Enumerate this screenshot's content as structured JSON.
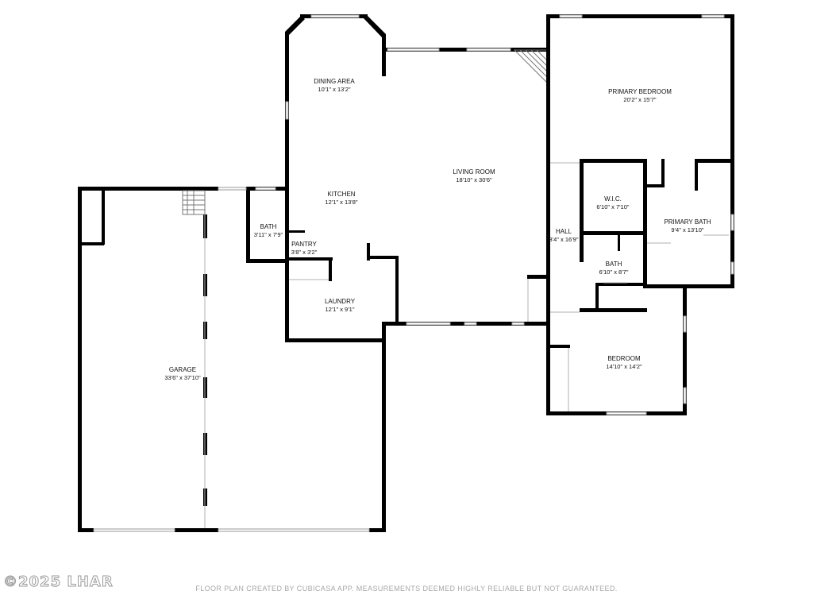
{
  "rooms": {
    "dining": {
      "name": "DINING AREA",
      "dims": "10'1\" x 13'2\""
    },
    "kitchen": {
      "name": "KITCHEN",
      "dims": "12'1\" x 13'8\""
    },
    "living": {
      "name": "LIVING ROOM",
      "dims": "18'10\" x 30'6\""
    },
    "primary_bedroom": {
      "name": "PRIMARY BEDROOM",
      "dims": "20'2\" x 15'7\""
    },
    "wic": {
      "name": "W.I.C.",
      "dims": "6'10\" x 7'10\""
    },
    "primary_bath": {
      "name": "PRIMARY BATH",
      "dims": "9'4\" x 13'10\""
    },
    "hall": {
      "name": "HALL",
      "dims": "3'4\" x 16'9\""
    },
    "bath2": {
      "name": "BATH",
      "dims": "6'10\" x 8'7\""
    },
    "bath1": {
      "name": "BATH",
      "dims": "3'11\" x 7'9\""
    },
    "pantry": {
      "name": "PANTRY",
      "dims": "3'8\" x 3'2\""
    },
    "laundry": {
      "name": "LAUNDRY",
      "dims": "12'1\" x 9'1\""
    },
    "bedroom": {
      "name": "BEDROOM",
      "dims": "14'10\" x 14'2\""
    },
    "garage": {
      "name": "GARAGE",
      "dims": "33'6\" x 37'10\""
    }
  },
  "watermark": "©2025 LHAR",
  "disclaimer": "FLOOR PLAN CREATED BY CUBICASA APP. MEASUREMENTS DEEMED HIGHLY RELIABLE BUT NOT GUARANTEED."
}
